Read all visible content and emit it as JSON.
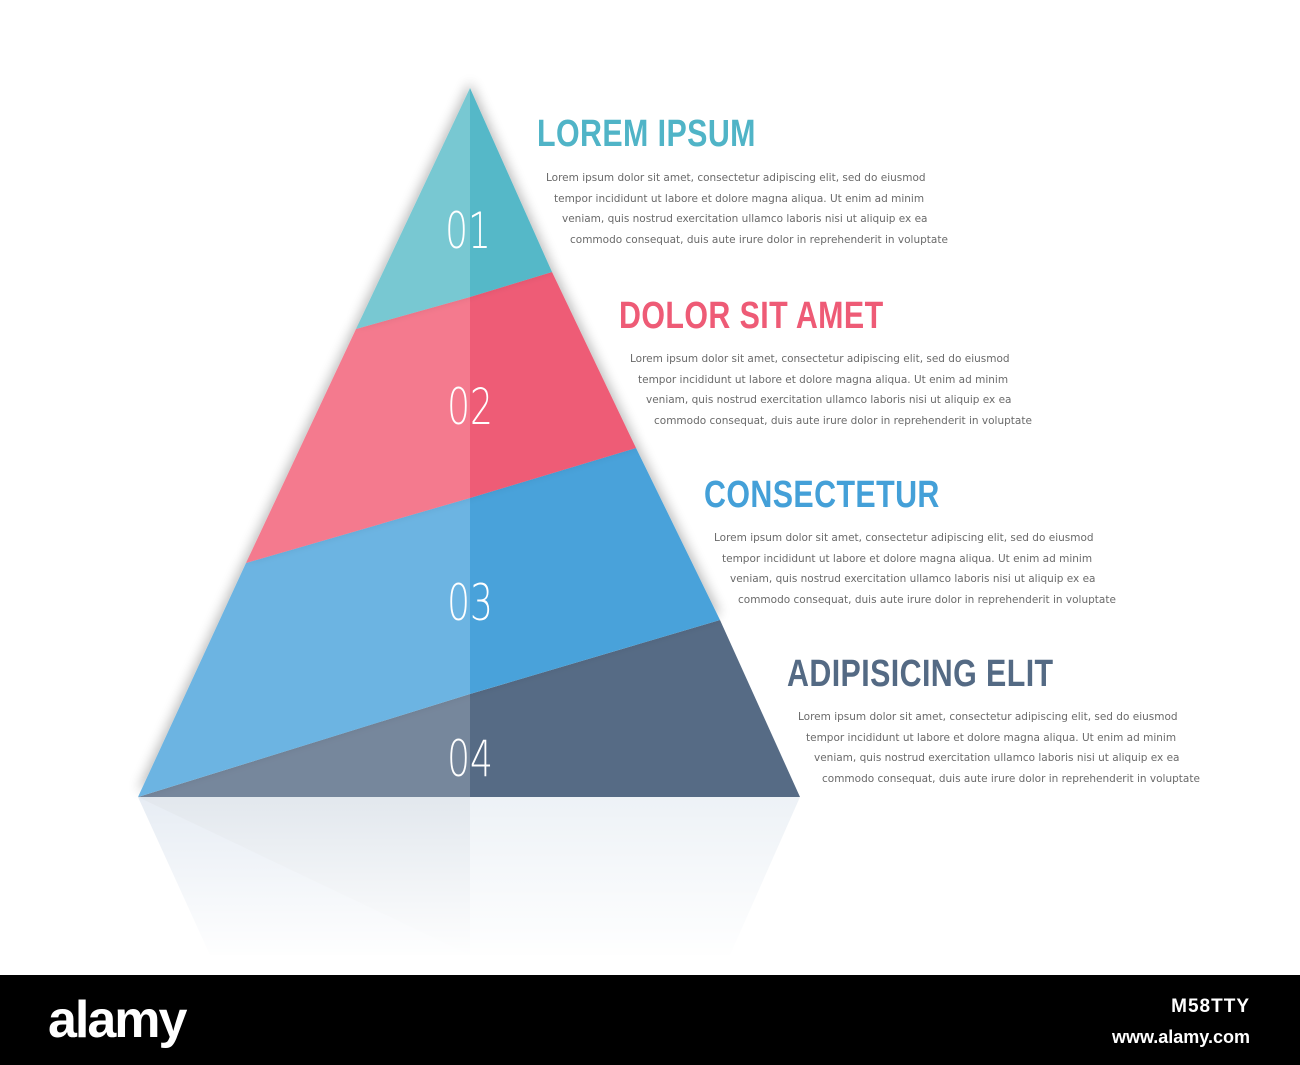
{
  "levels": [
    {
      "number": "01",
      "title": "LOREM IPSUM",
      "color_left": "#78c8d2",
      "color_right": "#55b8c8",
      "title_color": "#50b4c7",
      "lines": [
        "Lorem ipsum dolor sit amet, consectetur adipiscing elit, sed do eiusmod",
        "tempor incididunt ut labore et dolore magna aliqua. Ut enim ad minim",
        "veniam, quis nostrud exercitation ullamco laboris nisi ut aliquip ex ea",
        "commodo consequat, duis aute irure dolor in reprehenderit in voluptate"
      ]
    },
    {
      "number": "02",
      "title": "DOLOR SIT AMET",
      "color_left": "#f47a8e",
      "color_right": "#ee5b76",
      "title_color": "#ee5b76",
      "lines": [
        "Lorem ipsum dolor sit amet, consectetur adipiscing elit, sed do eiusmod",
        "tempor incididunt ut labore et dolore magna aliqua. Ut enim ad minim",
        "veniam, quis nostrud exercitation ullamco laboris nisi ut aliquip ex ea",
        "commodo consequat, duis aute irure dolor in reprehenderit in voluptate"
      ]
    },
    {
      "number": "03",
      "title": "CONSECTETUR",
      "color_left": "#6cb4e2",
      "color_right": "#48a2da",
      "title_color": "#44a0d8",
      "lines": [
        "Lorem ipsum dolor sit amet, consectetur adipiscing elit, sed do eiusmod",
        "tempor incididunt ut labore et dolore magna aliqua. Ut enim ad minim",
        "veniam, quis nostrud exercitation ullamco laboris nisi ut aliquip ex ea",
        "commodo consequat, duis aute irure dolor in reprehenderit in voluptate"
      ]
    },
    {
      "number": "04",
      "title": "ADIPISICING ELIT",
      "color_left": "#76879c",
      "color_right": "#566b85",
      "title_color": "#546a84",
      "lines": [
        "Lorem ipsum dolor sit amet, consectetur adipiscing elit, sed do eiusmod",
        "tempor incididunt ut labore et dolore magna aliqua. Ut enim ad minim",
        "veniam, quis nostrud exercitation ullamco laboris nisi ut aliquip ex ea",
        "commodo consequat, duis aute irure dolor in reprehenderit in voluptate"
      ]
    }
  ],
  "watermark": {
    "logo": "alamy",
    "image_id": "M58TTY",
    "site": "www.alamy.com"
  }
}
